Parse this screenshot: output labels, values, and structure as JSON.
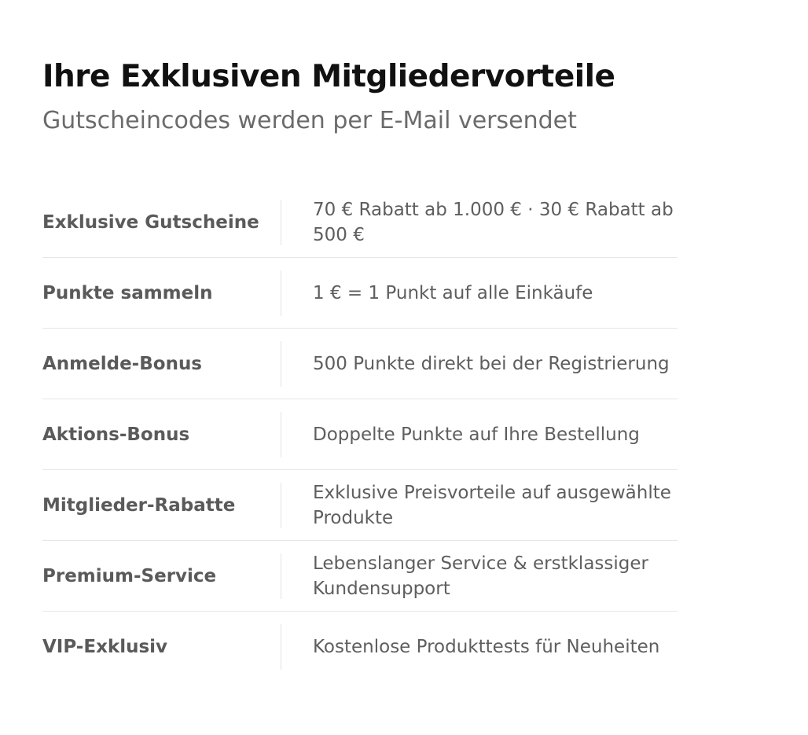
{
  "header": {
    "title": "Ihre Exklusiven Mitgliedervorteile",
    "subtitle": "Gutscheincodes werden per E-Mail versendet"
  },
  "benefits": [
    {
      "label": "Exklusive Gutscheine",
      "value": "70 € Rabatt ab 1.000 € · 30 € Rabatt ab 500 €"
    },
    {
      "label": "Punkte sammeln",
      "value": "1 € = 1 Punkt auf alle Einkäufe"
    },
    {
      "label": "Anmelde-Bonus",
      "value": "500 Punkte direkt bei der Registrierung"
    },
    {
      "label": "Aktions-Bonus",
      "value": "Doppelte Punkte auf Ihre Bestellung"
    },
    {
      "label": "Mitglieder-Rabatte",
      "value": "Exklusive Preisvorteile auf ausgewählte Produkte"
    },
    {
      "label": "Premium-Service",
      "value": "Lebenslanger Service & erstklassiger Kundensupport"
    },
    {
      "label": "VIP-Exklusiv",
      "value": "Kostenlose Produkttests für Neuheiten"
    }
  ]
}
